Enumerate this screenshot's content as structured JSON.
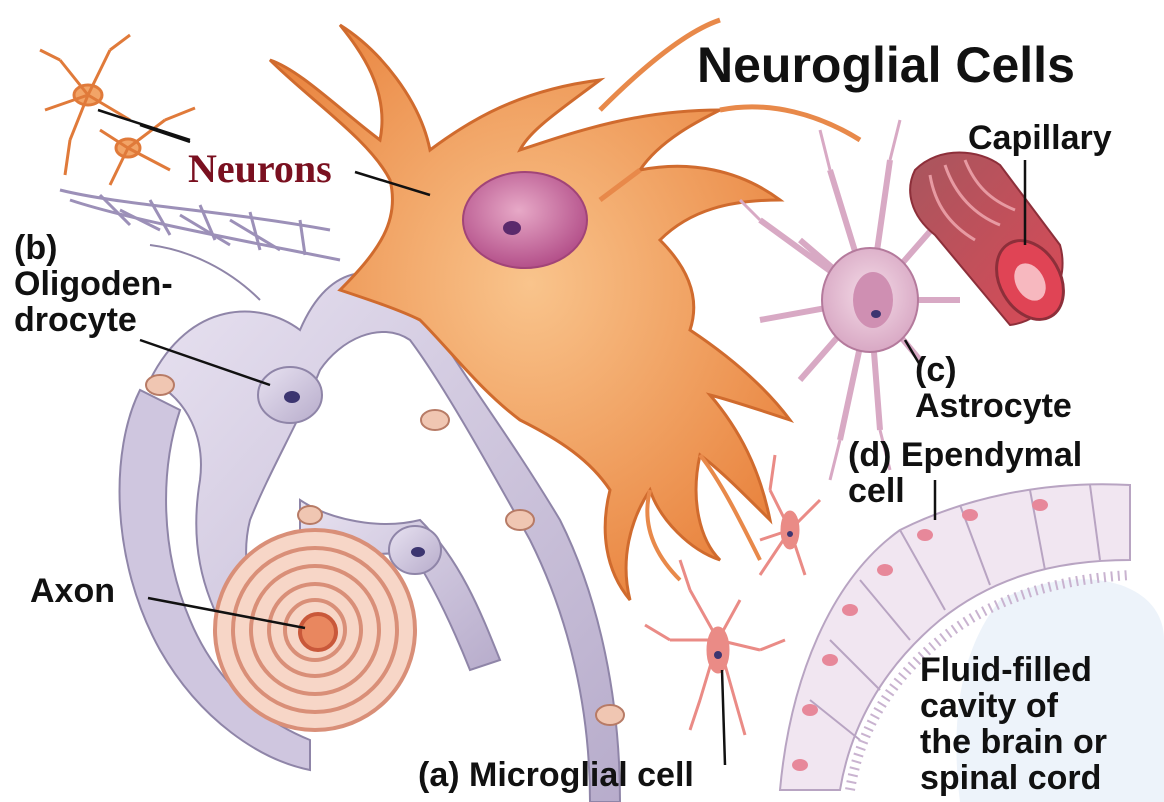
{
  "title": "Neuroglial Cells",
  "labels": {
    "neurons": "Neurons",
    "capillary": "Capillary",
    "oligo_tag": "(b)",
    "oligo_line1": "Oligoden-",
    "oligo_line2": "drocyte",
    "astro_tag": "(c)",
    "astro_name": "Astrocyte",
    "ependymal_line1": "(d) Ependymal",
    "ependymal_line2": "cell",
    "axon": "Axon",
    "microglial": "(a) Microglial cell",
    "fluid_line1": "Fluid-filled",
    "fluid_line2": "cavity of",
    "fluid_line3": "the brain or",
    "fluid_line4": "spinal cord"
  },
  "colors": {
    "neuron": "#f2a467",
    "neuron_dark": "#e07a3a",
    "nucleus": "#c2669a",
    "glia": "#d8d2e6",
    "astrocyte": "#e9c3d6",
    "capillary": "#c93d4e",
    "myelin": "#f3b29a",
    "microglia": "#ea8b86",
    "label": "#111111",
    "neurons_label": "#7a1020"
  }
}
